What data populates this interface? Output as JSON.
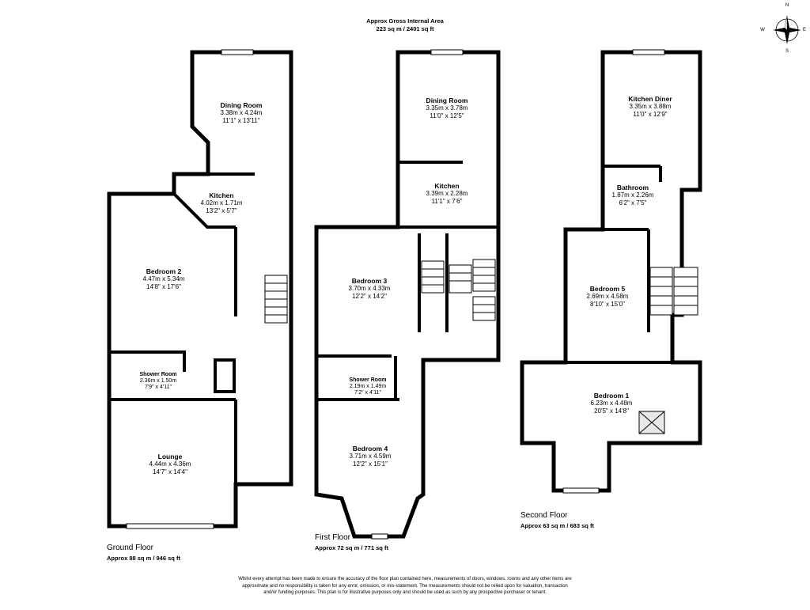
{
  "header": {
    "title": "Approx Gross Internal Area",
    "area": "223 sq m / 2401 sq ft"
  },
  "compass": {
    "n": "N",
    "s": "S",
    "e": "E",
    "w": "W"
  },
  "floors": [
    {
      "name": "Ground Floor",
      "area": "Approx 88 sq m / 946 sq ft",
      "rooms": [
        {
          "name": "Dining Room",
          "metric": "3.38m x 4.24m",
          "imperial": "11'1\" x 13'11\""
        },
        {
          "name": "Kitchen",
          "metric": "4.02m x 1.71m",
          "imperial": "13'2\" x 5'7\""
        },
        {
          "name": "Bedroom 2",
          "metric": "4.47m x 5.34m",
          "imperial": "14'8\" x 17'6\""
        },
        {
          "name": "Shower Room",
          "metric": "2.36m x 1.50m",
          "imperial": "7'9\" x 4'11\""
        },
        {
          "name": "Lounge",
          "metric": "4.44m x 4.36m",
          "imperial": "14'7\" x 14'4\""
        }
      ]
    },
    {
      "name": "First Floor",
      "area": "Approx 72 sq m / 771 sq ft",
      "rooms": [
        {
          "name": "Dining Room",
          "metric": "3.35m x 3.78m",
          "imperial": "11'0\" x 12'5\""
        },
        {
          "name": "Kitchen",
          "metric": "3.39m x 2.28m",
          "imperial": "11'1\" x 7'6\""
        },
        {
          "name": "Bedroom 3",
          "metric": "3.70m x 4.33m",
          "imperial": "12'2\" x 14'2\""
        },
        {
          "name": "Shower Room",
          "metric": "2.19m x 1.49m",
          "imperial": "7'2\" x 4'11\""
        },
        {
          "name": "Bedroom 4",
          "metric": "3.71m x 4.59m",
          "imperial": "12'2\" x 15'1\""
        }
      ]
    },
    {
      "name": "Second Floor",
      "area": "Approx 63 sq m / 683 sq ft",
      "rooms": [
        {
          "name": "Kitchen Diner",
          "metric": "3.35m x 3.88m",
          "imperial": "11'0\" x 12'9\""
        },
        {
          "name": "Bathroom",
          "metric": "1.87m x 2.26m",
          "imperial": "6'2\" x 7'5\""
        },
        {
          "name": "Bedroom 5",
          "metric": "2.69m x 4.58m",
          "imperial": "8'10\" x 15'0\""
        },
        {
          "name": "Bedroom 1",
          "metric": "6.23m x 4.48m",
          "imperial": "20'5\" x 14'8\""
        }
      ]
    }
  ],
  "disclaimer": "Whilst every attempt has been made to ensure the accuracy of the floor plan contained here, measurements of doors, windows, rooms and any other items are approximate and no responsibility is taken for any error, omission, or mis-statement. The measurements should not be relied upon for valuation, transaction and/or funding purposes. This plan is for illustrative purposes only and should be used as such by any prospective purchaser or tenant.",
  "colors": {
    "wall": "#000000",
    "background": "#ffffff",
    "fixture": "#e8e8e8"
  }
}
